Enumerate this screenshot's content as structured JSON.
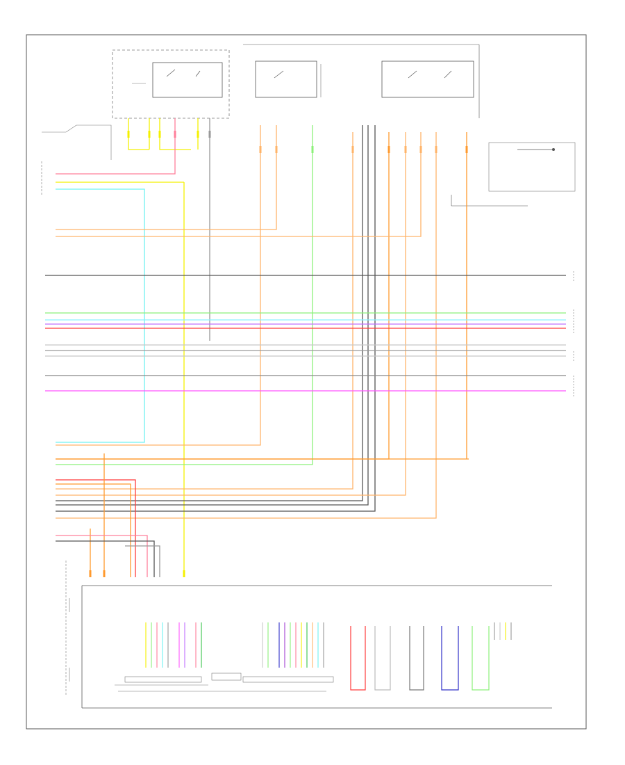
{
  "diagram": {
    "page_label": "",
    "colors": {
      "black": "#555555",
      "dark": "#333333",
      "orange": "#ff9a2e",
      "light_orange": "#ffb46a",
      "pink": "#ff7f9a",
      "red": "#ff3b3b",
      "yellow": "#f4f000",
      "lt_green": "#8cf07a",
      "green": "#39c24a",
      "cyan": "#6ff2f2",
      "blue": "#3030c8",
      "purple": "#a040d0",
      "violet": "#c070ff",
      "magenta": "#ff55ff",
      "grey": "#999999",
      "light_grey": "#c8c8c8",
      "white": "#dddddd"
    },
    "components": [
      {
        "id": "left-relay-box",
        "name": ""
      },
      {
        "id": "center-relay-box",
        "name": ""
      },
      {
        "id": "right-relay-box",
        "name": ""
      },
      {
        "id": "left-module",
        "name": ""
      },
      {
        "id": "right-module",
        "name": ""
      },
      {
        "id": "main-ecu",
        "name": ""
      }
    ]
  }
}
